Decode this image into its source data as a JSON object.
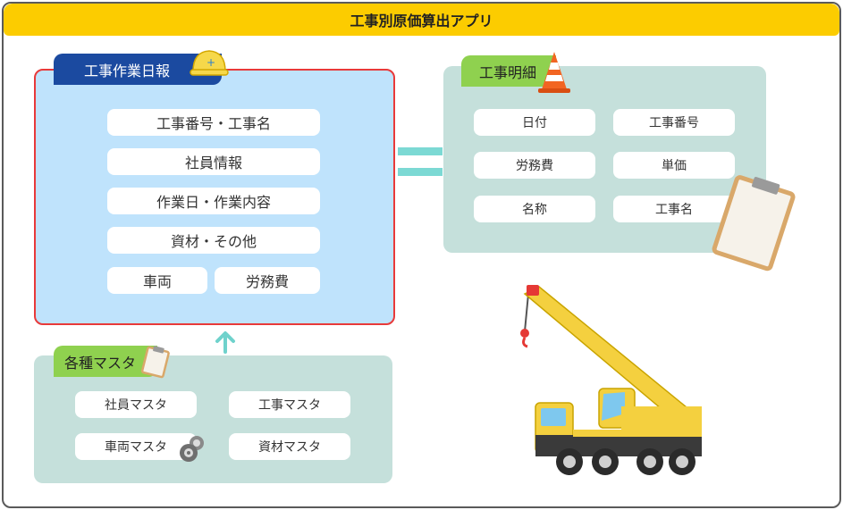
{
  "app": {
    "title": "工事別原価算出アプリ"
  },
  "daily_report": {
    "label": "工事作業日報",
    "items": [
      "工事番号・工事名",
      "社員情報",
      "作業日・作業内容",
      "資材・その他"
    ],
    "bottom_items": [
      "車両",
      "労務費"
    ]
  },
  "construction_detail": {
    "label": "工事明細",
    "items": [
      "日付",
      "工事番号",
      "労務費",
      "単価",
      "名称",
      "工事名"
    ]
  },
  "masters": {
    "label": "各種マスタ",
    "items": [
      "社員マスタ",
      "工事マスタ",
      "車両マスタ",
      "資材マスタ"
    ]
  },
  "colors": {
    "title_bar": "#fccc00",
    "daily_panel": "#bfe3fc",
    "daily_border": "#e83a3a",
    "daily_tag": "#1b4aa0",
    "green_tag": "#8fd14f",
    "teal_panel": "#c5e0db",
    "connector": "#7cd9d4"
  },
  "icons": [
    "helmet-icon",
    "traffic-cone-icon",
    "clipboard-icon",
    "memo-icon",
    "gears-icon",
    "crane-truck-icon"
  ]
}
